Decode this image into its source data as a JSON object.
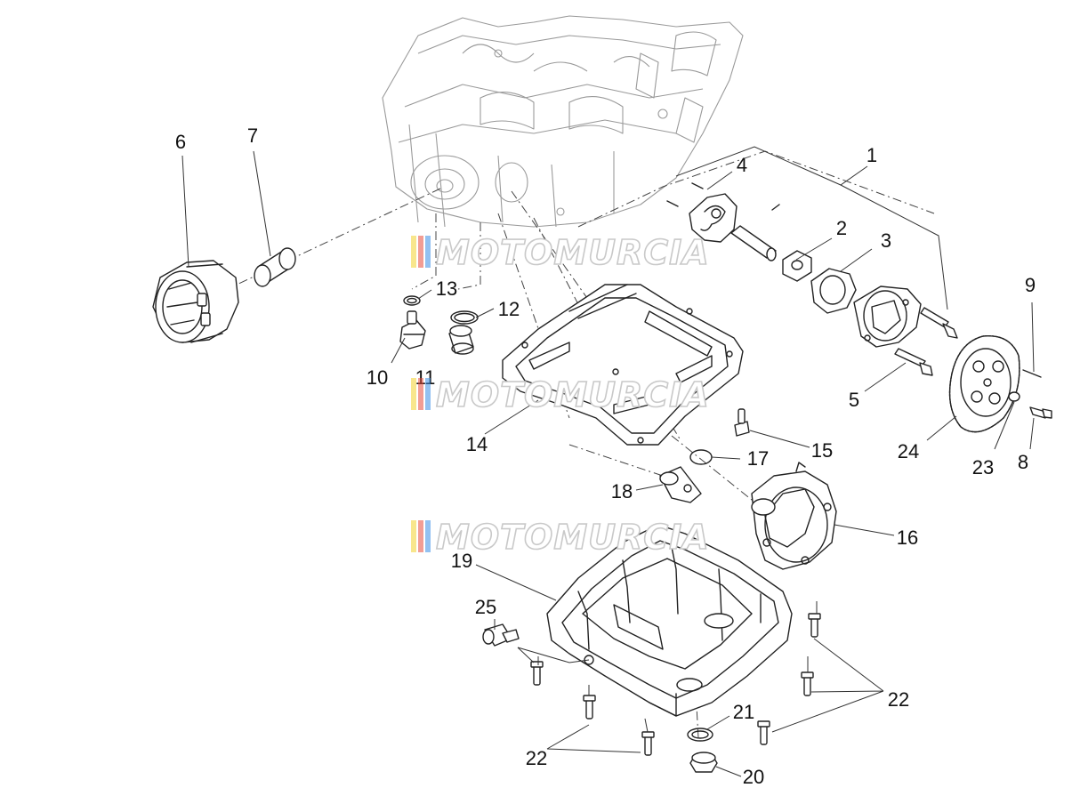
{
  "diagram": {
    "callouts": [
      {
        "id": "1",
        "label": "1"
      },
      {
        "id": "2",
        "label": "2"
      },
      {
        "id": "3",
        "label": "3"
      },
      {
        "id": "4",
        "label": "4"
      },
      {
        "id": "5",
        "label": "5"
      },
      {
        "id": "6",
        "label": "6"
      },
      {
        "id": "7",
        "label": "7"
      },
      {
        "id": "8",
        "label": "8"
      },
      {
        "id": "9",
        "label": "9"
      },
      {
        "id": "10",
        "label": "10"
      },
      {
        "id": "11",
        "label": "11"
      },
      {
        "id": "12",
        "label": "12"
      },
      {
        "id": "13",
        "label": "13"
      },
      {
        "id": "14",
        "label": "14"
      },
      {
        "id": "15",
        "label": "15"
      },
      {
        "id": "16",
        "label": "16"
      },
      {
        "id": "17",
        "label": "17"
      },
      {
        "id": "18",
        "label": "18"
      },
      {
        "id": "19",
        "label": "19"
      },
      {
        "id": "20",
        "label": "20"
      },
      {
        "id": "21",
        "label": "21"
      },
      {
        "id": "22a",
        "label": "22"
      },
      {
        "id": "22b",
        "label": "22"
      },
      {
        "id": "23",
        "label": "23"
      },
      {
        "id": "24",
        "label": "24"
      },
      {
        "id": "25",
        "label": "25"
      }
    ],
    "watermark": {
      "text": "MOTOMURCIA",
      "stripe_colors": [
        "#f2d12e",
        "#e74c3c",
        "#3a8ee6"
      ]
    },
    "colors": {
      "line": "#222222",
      "ghost_line": "#9a9a9a",
      "background": "#ffffff"
    }
  }
}
